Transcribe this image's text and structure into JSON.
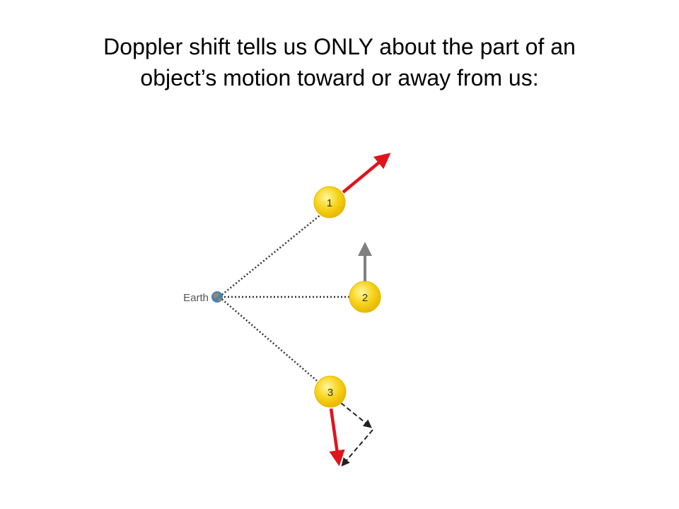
{
  "title": {
    "line1": "Doppler shift tells us ONLY about the part of an",
    "line2": "object’s motion toward or away from us:"
  },
  "diagram": {
    "earth_label": "Earth",
    "stars": [
      {
        "label": "1"
      },
      {
        "label": "2"
      },
      {
        "label": "3"
      }
    ],
    "colors": {
      "star_fill": "#f7d51e",
      "star_edge": "#e6b800",
      "velocity_arrow": "#e0141c",
      "transverse_arrow": "#808080",
      "sightline": "#333333",
      "earth_ocean": "#4a7fb5",
      "earth_land": "#8c8c6a"
    }
  }
}
